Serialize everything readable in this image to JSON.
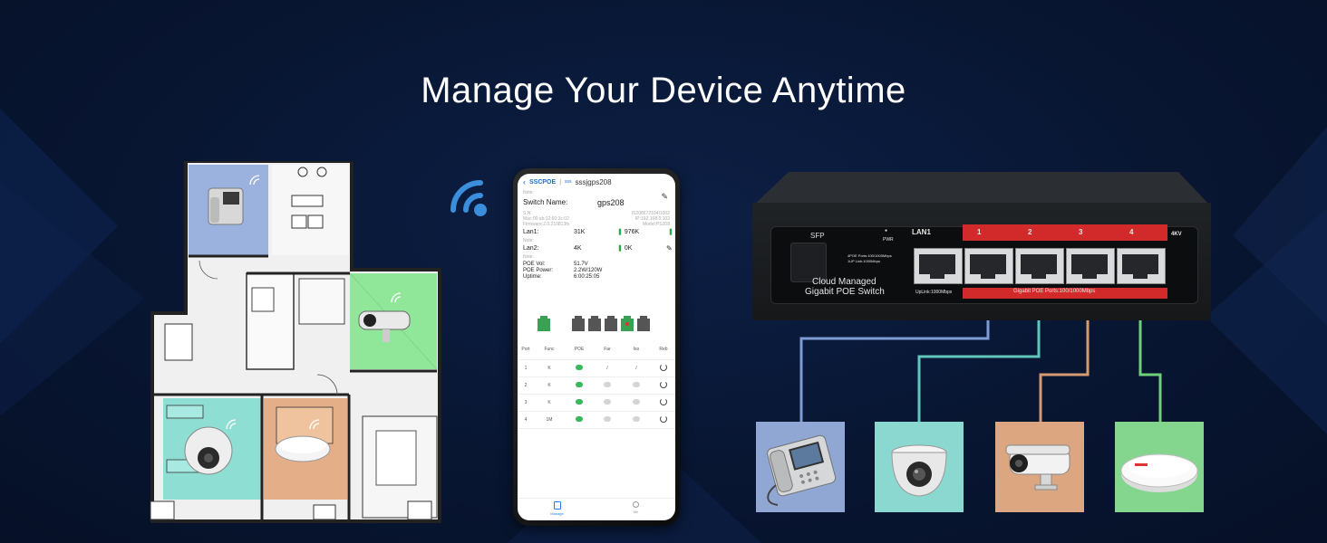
{
  "headline": "Manage Your Device Anytime",
  "colors": {
    "background": "#081632",
    "switch_red": "#d22a2a",
    "ip_phone_tile": "#8fa7d2",
    "dome_camera_tile": "#8ad8cf",
    "bullet_camera_tile": "#dca680",
    "access_point_tile": "#84d68f",
    "toggle_on": "#3bb75c"
  },
  "app": {
    "back_label": "SSCPOE",
    "project": "sss",
    "device_title": "sssjgps208",
    "note1": "Note:",
    "switch_name_label": "Switch Name:",
    "switch_name_value": "gps208",
    "sn_label": "S.N:",
    "sn_value": "IS208672104I1002",
    "mac_value": "Mac:00:ab:12:60:3c:02",
    "ip_value": "IP:192.168.0.102",
    "firmware_value": "Firmware:2.0.210813fs",
    "model_value": "Model:PS208",
    "lan1_label": "Lan1:",
    "lan1_up": "31K",
    "lan1_down": "976K",
    "note2": "Note:",
    "lan2_label": "Lan2:",
    "lan2_up": "4K",
    "lan2_down": "0K",
    "note3": "Note:",
    "poe_vol_label": "POE Vol:",
    "poe_vol_value": "51.7V",
    "poe_power_label": "POE Power:",
    "poe_power_value": "2.2W/120W",
    "uptime_label": "Uptime:",
    "uptime_value": "6:00:25:05",
    "table_headers": [
      "Port",
      "Func",
      "POE",
      "Far",
      "Iso",
      "Reb"
    ],
    "table_rows": [
      {
        "port": "1",
        "func": "K"
      },
      {
        "port": "2",
        "func": "K"
      },
      {
        "port": "3",
        "func": "K"
      },
      {
        "port": "4",
        "func": "1M"
      }
    ],
    "nav_manage": "Manage",
    "nav_me": "Me"
  },
  "switch": {
    "sfp_label": "SFP",
    "pwr_label": "PWR",
    "lan1_label": "LAN1",
    "port_numbers": [
      "1",
      "2",
      "3",
      "4"
    ],
    "kv_label": "4KV",
    "spec_line1": "4POE Ports:100/1000Mbps",
    "spec_line2": "1UP Link:1000Mbps",
    "product_line1": "Cloud Managed",
    "product_line2": "Gigabit POE Switch",
    "uplink_label": "UpLink:1000Mbps",
    "poe_ports_label": "Gigabit POE Ports:100/1000Mbps"
  },
  "devices": [
    {
      "name": "ip-phone",
      "icon": "ip-phone-icon"
    },
    {
      "name": "dome-camera",
      "icon": "dome-camera-icon"
    },
    {
      "name": "bullet-camera",
      "icon": "bullet-camera-icon"
    },
    {
      "name": "access-point",
      "icon": "access-point-icon"
    }
  ]
}
